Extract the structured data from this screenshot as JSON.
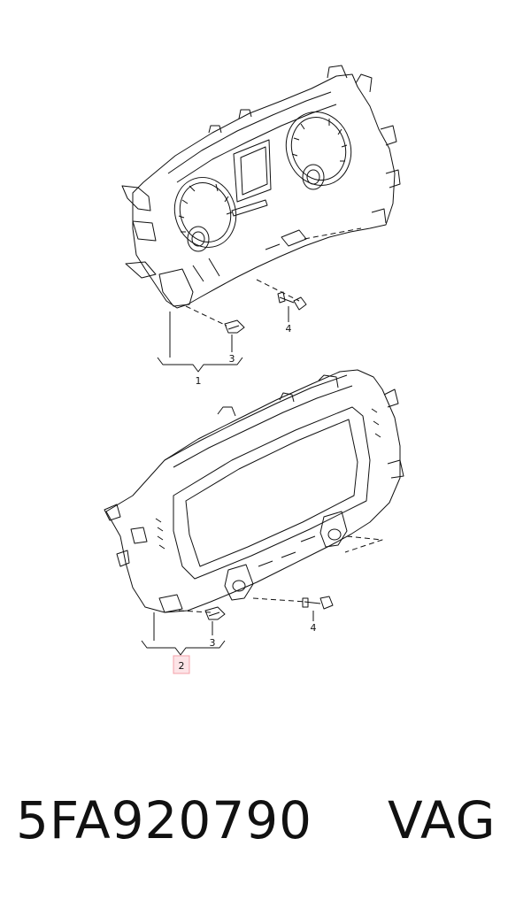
{
  "callouts": {
    "upper_cluster": "1",
    "upper_clip": "3",
    "upper_screw": "4",
    "lower_cluster": "2",
    "lower_clip": "3",
    "lower_screw": "4"
  },
  "highlight_color": "#f4a0a8",
  "footer": {
    "part_number": "5FA920790",
    "brand": "VAG"
  }
}
